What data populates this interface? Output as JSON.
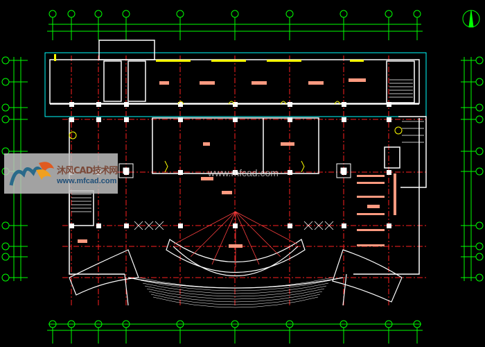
{
  "watermark": {
    "site_name_cn": "沐风CAD技术网",
    "url": "www.mfcad.com",
    "url_overlay": "www.mfcad.com"
  },
  "colors": {
    "background": "#000000",
    "axis": "#00ff00",
    "wall": "#ffffff",
    "axis_line": "#ff0000",
    "outline": "#00ffff",
    "window": "#ffff00",
    "label": "#ff9a80"
  }
}
